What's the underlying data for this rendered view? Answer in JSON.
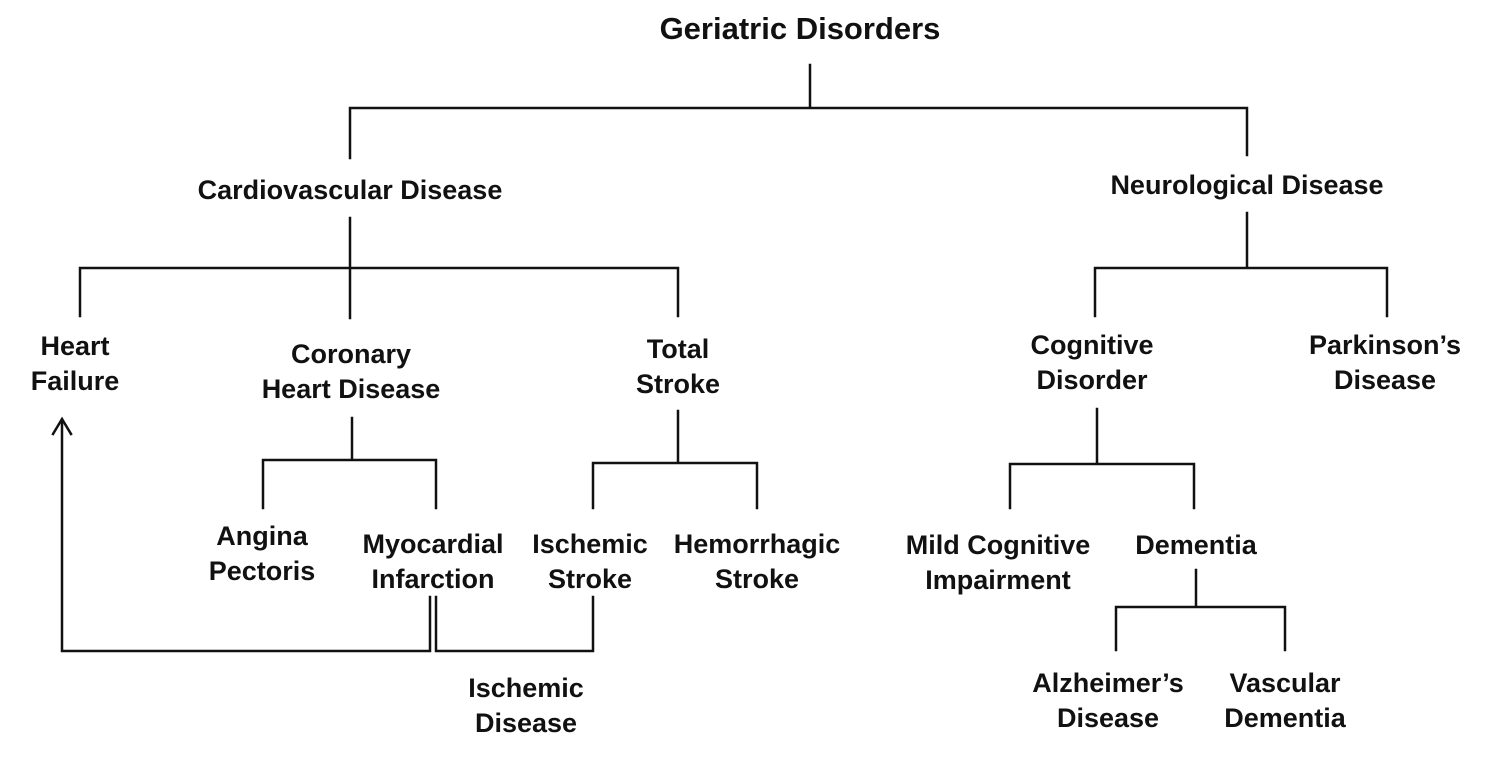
{
  "colors": {
    "line": "#111111",
    "text": "#111111",
    "background": "#ffffff"
  },
  "nodes": {
    "root": {
      "lines": [
        "Geriatric Disorders"
      ]
    },
    "cardiovascular": {
      "lines": [
        "Cardiovascular Disease"
      ]
    },
    "neurological": {
      "lines": [
        "Neurological Disease"
      ]
    },
    "heart_failure": {
      "lines": [
        "Heart",
        "Failure"
      ]
    },
    "coronary": {
      "lines": [
        "Coronary",
        "Heart Disease"
      ]
    },
    "total_stroke": {
      "lines": [
        "Total",
        "Stroke"
      ]
    },
    "cognitive": {
      "lines": [
        "Cognitive",
        "Disorder"
      ]
    },
    "parkinsons": {
      "lines": [
        "Parkinson’s",
        "Disease"
      ]
    },
    "angina": {
      "lines": [
        "Angina",
        "Pectoris"
      ]
    },
    "myocardial": {
      "lines": [
        "Myocardial",
        "Infarction"
      ]
    },
    "ischemic_stroke": {
      "lines": [
        "Ischemic",
        "Stroke"
      ]
    },
    "hemorrhagic": {
      "lines": [
        "Hemorrhagic",
        "Stroke"
      ]
    },
    "mci": {
      "lines": [
        "Mild Cognitive",
        "Impairment"
      ]
    },
    "dementia": {
      "lines": [
        "Dementia"
      ]
    },
    "ischemic_disease": {
      "lines": [
        "Ischemic",
        "Disease"
      ]
    },
    "alzheimers": {
      "lines": [
        "Alzheimer’s",
        "Disease"
      ]
    },
    "vascular_dementia": {
      "lines": [
        "Vascular",
        "Dementia"
      ]
    }
  }
}
